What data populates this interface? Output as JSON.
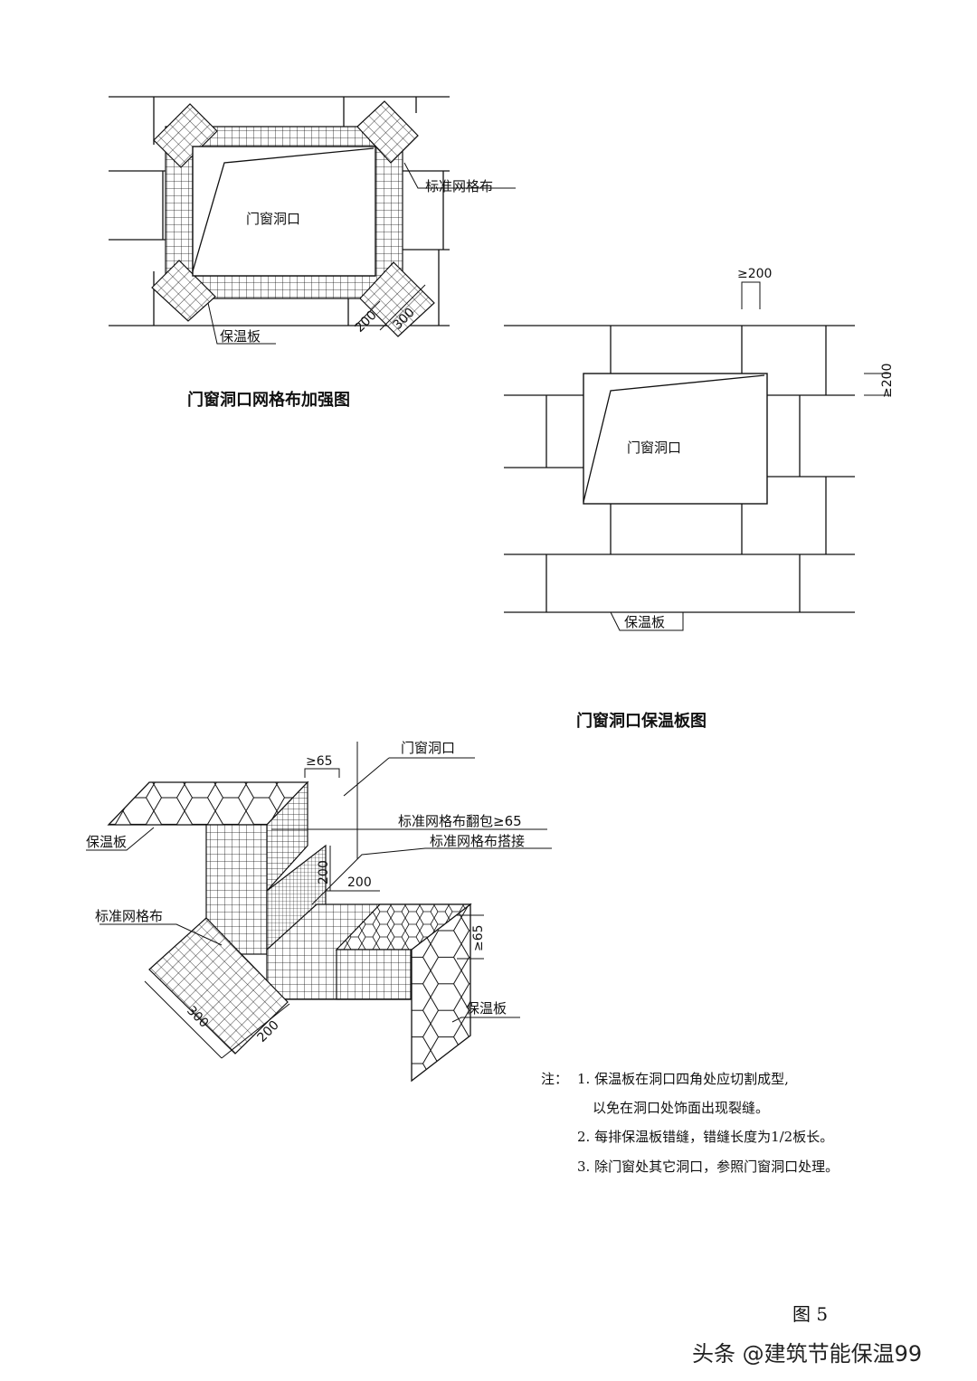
{
  "diagram1": {
    "caption": "门窗洞口网格布加强图",
    "opening_label": "门窗洞口",
    "mesh_label": "标准网格布",
    "board_label": "保温板",
    "dim_200": "200",
    "dim_300": "300"
  },
  "diagram2": {
    "caption": "门窗洞口保温板图",
    "opening_label": "门窗洞口",
    "board_label": "保温板",
    "dim_top": "≥200",
    "dim_right": "≥200"
  },
  "diagram3": {
    "opening_label": "门窗洞口",
    "dim_65_top": "≥65",
    "wrap_label": "标准网格布翻包≥65",
    "overlap_label": "标准网格布搭接",
    "board_label_left": "保温板",
    "mesh_label": "标准网格布",
    "board_label_right": "保温板",
    "dim_200_v": "200",
    "dim_200_h": "200",
    "dim_65_right": "≥65",
    "dim_300": "300",
    "dim_200_diag": "200"
  },
  "notes": {
    "prefix": "注：",
    "line1": "1. 保温板在洞口四角处应切割成型,",
    "line1b": "以免在洞口处饰面出现裂缝。",
    "line2": "2. 每排保温板错缝，错缝长度为1/2板长。",
    "line3": "3. 除门窗处其它洞口，参照门窗洞口处理。"
  },
  "figure_label": "图 5",
  "watermark": "头条 @建筑节能保温99"
}
